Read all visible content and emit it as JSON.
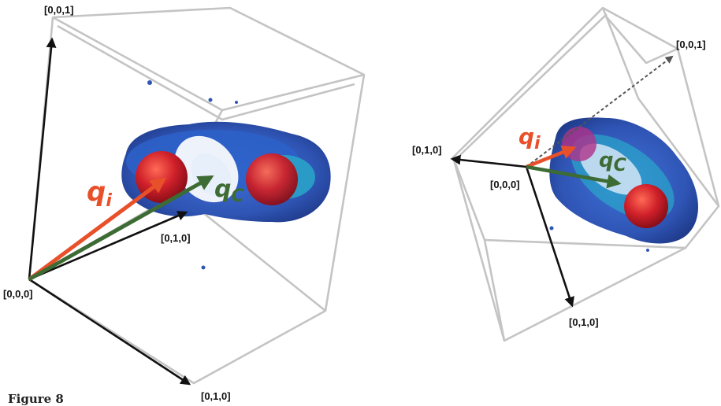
{
  "figure_caption": "Figure 8",
  "left_panel": {
    "axis_labels": {
      "top": "[0,0,1]",
      "inner": "[0,1,0]",
      "origin": "[0,0,0]",
      "bottom": "[0,1,0]"
    },
    "vector_labels": {
      "qi_main": "q",
      "qi_sub": "i",
      "qc_main": "q",
      "qc_sub": "C"
    }
  },
  "right_panel": {
    "axis_labels": {
      "top_right": "[0,0,1]",
      "left": "[0,1,0]",
      "origin": "[0,0,0]",
      "bottom": "[0,1,0]"
    },
    "vector_labels": {
      "qi_main": "q",
      "qi_sub": "i",
      "qc_main": "q",
      "qc_sub": "C"
    }
  },
  "colors": {
    "qi_vector": "#e8502a",
    "qc_vector": "#3d6b34",
    "axis_vector": "#111111",
    "box_edge": "#c4c4c4",
    "isosurface_outer": "#2f55b5",
    "isosurface_mid": "#2aa9c9",
    "isosurface_core": "#ffffff",
    "sphere": "#d0202a"
  }
}
